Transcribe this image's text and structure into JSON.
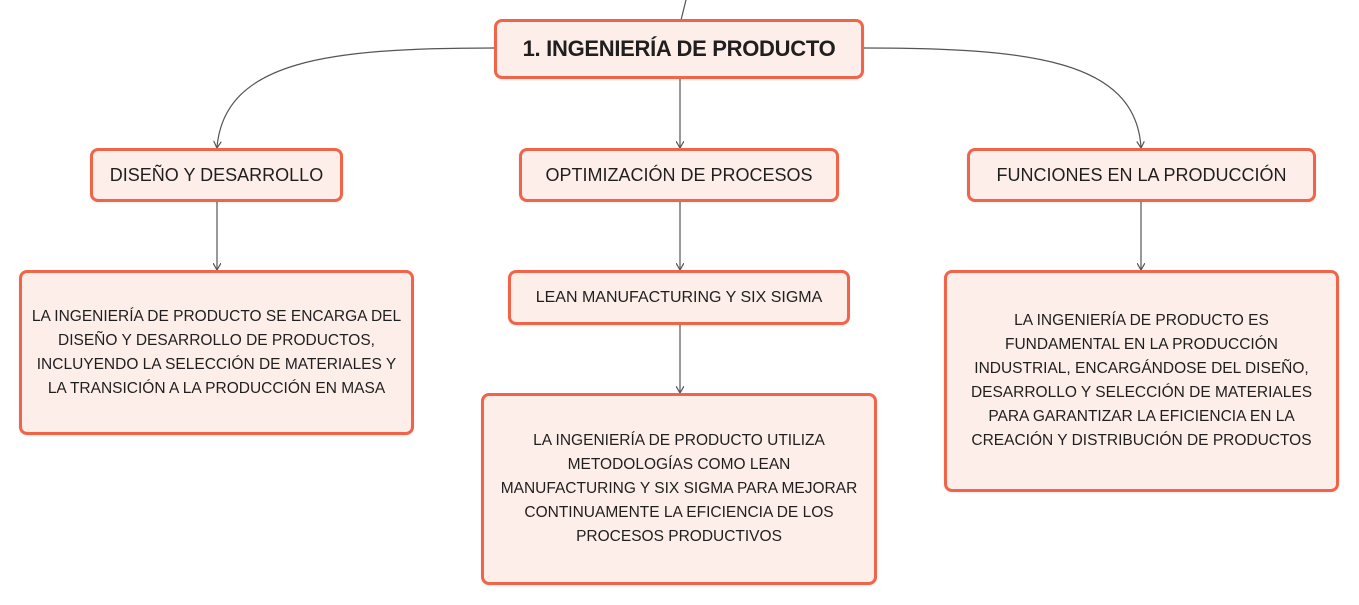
{
  "root": {
    "label": "1. INGENIERÍA DE PRODUCTO"
  },
  "branches": [
    {
      "label": "DISEÑO Y DESARROLLO",
      "detail": "LA INGENIERÍA DE PRODUCTO SE ENCARGA DEL DISEÑO Y DESARROLLO DE PRODUCTOS, INCLUYENDO LA SELECCIÓN DE MATERIALES Y LA TRANSICIÓN A LA PRODUCCIÓN EN MASA"
    },
    {
      "label": "OPTIMIZACIÓN DE PROCESOS",
      "sub_label": "LEAN MANUFACTURING Y SIX SIGMA",
      "detail": "LA INGENIERÍA DE PRODUCTO UTILIZA METODOLOGÍAS COMO LEAN MANUFACTURING Y SIX SIGMA PARA MEJORAR CONTINUAMENTE LA EFICIENCIA DE LOS PROCESOS PRODUCTIVOS"
    },
    {
      "label": "FUNCIONES EN LA PRODUCCIÓN",
      "detail": "LA INGENIERÍA DE PRODUCTO ES FUNDAMENTAL EN LA PRODUCCIÓN INDUSTRIAL, ENCARGÁNDOSE DEL DISEÑO, DESARROLLO Y SELECCIÓN DE MATERIALES PARA GARANTIZAR LA EFICIENCIA EN LA CREACIÓN Y DISTRIBUCIÓN DE PRODUCTOS"
    }
  ],
  "colors": {
    "node_border": "#f0644a",
    "node_fill": "#fdeee9",
    "connector": "#555555",
    "text": "#1f1f1f"
  }
}
